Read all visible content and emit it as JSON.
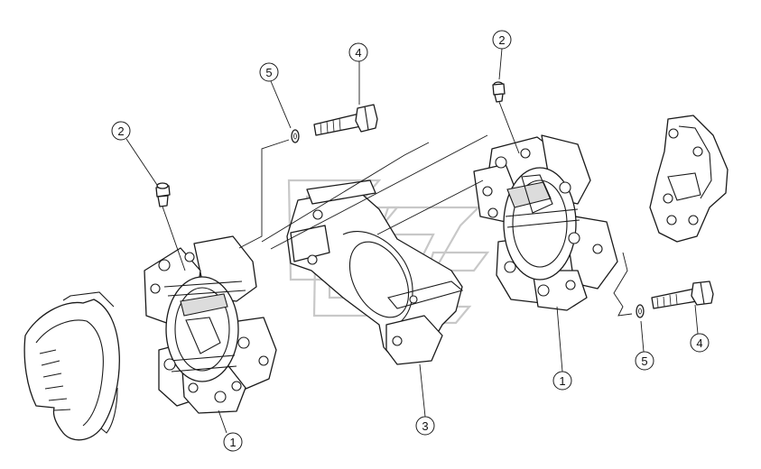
{
  "callouts": [
    {
      "id": "c-1-left",
      "label": "1"
    },
    {
      "id": "c-2-left",
      "label": "2"
    },
    {
      "id": "c-5-top",
      "label": "5"
    },
    {
      "id": "c-4-top",
      "label": "4"
    },
    {
      "id": "c-2-right",
      "label": "2"
    },
    {
      "id": "c-3-center",
      "label": "3"
    },
    {
      "id": "c-1-right",
      "label": "1"
    },
    {
      "id": "c-5-right",
      "label": "5"
    },
    {
      "id": "c-4-right",
      "label": "4"
    }
  ]
}
